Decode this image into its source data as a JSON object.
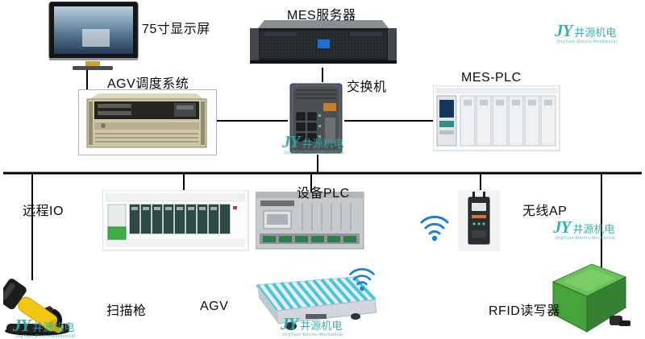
{
  "colors": {
    "watermark": "#2aa9a3",
    "wifi_icon": "#1f7fd0",
    "connection_line": "#000000"
  },
  "watermark": {
    "jy": "JY",
    "cn": "井源机电",
    "en": "JingYuan Electro-Mechanical"
  },
  "nodes": {
    "display": {
      "label": "75寸显示屏"
    },
    "mes_server": {
      "label": "MES服务器"
    },
    "agv_system": {
      "label": "AGV调度系统"
    },
    "switch": {
      "label": "交换机"
    },
    "mes_plc": {
      "label": "MES-PLC"
    },
    "remote_io": {
      "label": "远程IO"
    },
    "device_plc": {
      "label": "设备PLC"
    },
    "wireless_ap": {
      "label": "无线AP"
    },
    "scanner": {
      "label": "扫描枪"
    },
    "agv": {
      "label": "AGV"
    },
    "rfid": {
      "label": "RFID读写器"
    }
  }
}
